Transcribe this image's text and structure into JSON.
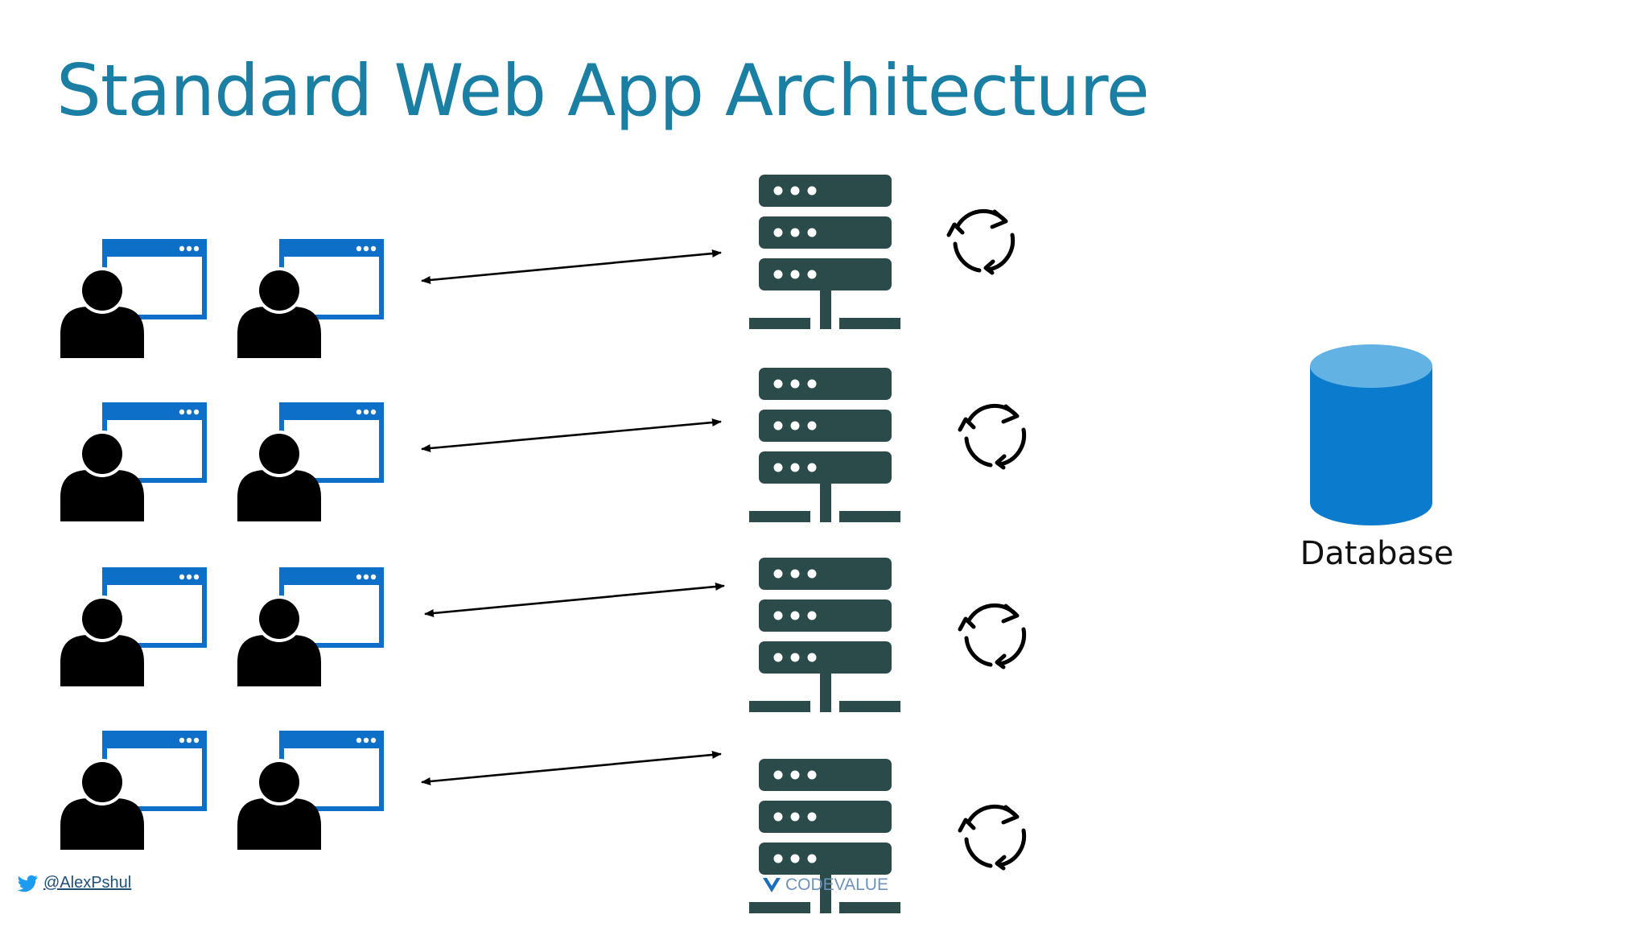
{
  "slide": {
    "title": "Standard Web App Architecture",
    "database_label": "Database",
    "twitter_handle": "@AlexPshul",
    "watermark_text": "CODEVALUE"
  },
  "diagram": {
    "client_rows": 4,
    "clients_per_row": 2,
    "server_count": 4,
    "connections": "bidirectional",
    "icons": {
      "client": "user-at-browser-icon",
      "server": "server-rack-icon",
      "process": "refresh-cycle-icon",
      "database": "database-cylinder-icon",
      "social": "twitter-icon"
    },
    "colors": {
      "title": "#1a7fa3",
      "browser_window": "#0e6fc8",
      "user_silhouette": "#000000",
      "server": "#2b4b4a",
      "database_body": "#0b7ccd",
      "database_top": "#62b2e4",
      "arrow": "#000000"
    }
  }
}
